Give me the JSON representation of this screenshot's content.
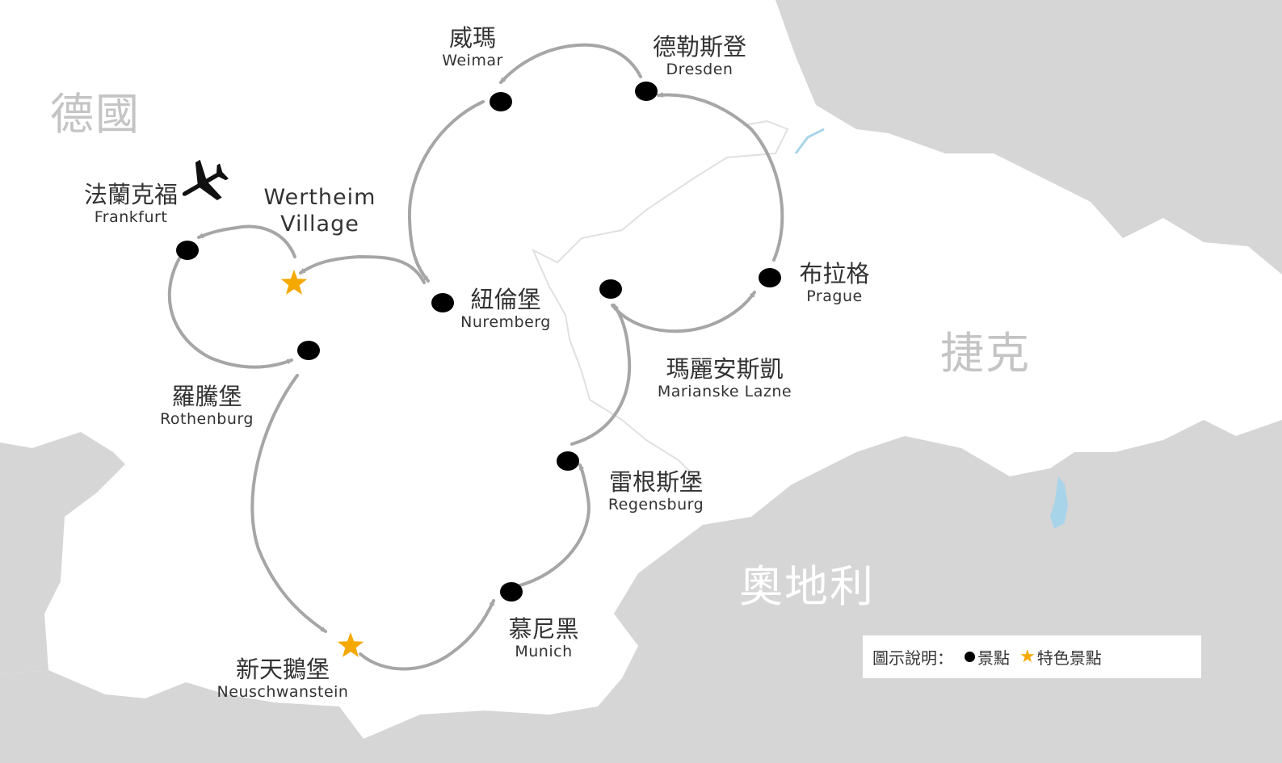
{
  "colors": {
    "land_other": "#d6d6d6",
    "land_route": "#ffffff",
    "border": "#e0e0e0",
    "water": "#a8d4ea",
    "route_arrow": "#a6a6a6",
    "sight_dot": "#000000",
    "featured_star": "#f5a800",
    "country_label_dark": "#c4c4c4",
    "country_label_light": "#ffffff"
  },
  "countries": {
    "germany": "德國",
    "czech": "捷克",
    "austria": "奧地利"
  },
  "stops": [
    {
      "id": "frankfurt",
      "zh": "法蘭克福",
      "en": "Frankfurt",
      "marker": "dot"
    },
    {
      "id": "wertheim",
      "zh": "",
      "en": "Wertheim\nVillage",
      "marker": "star"
    },
    {
      "id": "nuremberg",
      "zh": "紐倫堡",
      "en": "Nuremberg",
      "marker": "dot"
    },
    {
      "id": "weimar",
      "zh": "威瑪",
      "en": "Weimar",
      "marker": "dot"
    },
    {
      "id": "dresden",
      "zh": "德勒斯登",
      "en": "Dresden",
      "marker": "dot"
    },
    {
      "id": "prague",
      "zh": "布拉格",
      "en": "Prague",
      "marker": "dot"
    },
    {
      "id": "marianske",
      "zh": "瑪麗安斯凱",
      "en": "Marianske Lazne",
      "marker": "dot"
    },
    {
      "id": "regensburg",
      "zh": "雷根斯堡",
      "en": "Regensburg",
      "marker": "dot"
    },
    {
      "id": "munich",
      "zh": "慕尼黑",
      "en": "Munich",
      "marker": "dot"
    },
    {
      "id": "neuschwanstein",
      "zh": "新天鵝堡",
      "en": "Neuschwanstein",
      "marker": "star"
    },
    {
      "id": "rothenburg",
      "zh": "羅騰堡",
      "en": "Rothenburg",
      "marker": "dot"
    }
  ],
  "legend": {
    "title": "圖示說明：",
    "sight": "景點",
    "featured": "特色景點"
  },
  "icons": {
    "airport": "airplane-icon",
    "sight": "dot-icon",
    "featured": "star-icon"
  }
}
